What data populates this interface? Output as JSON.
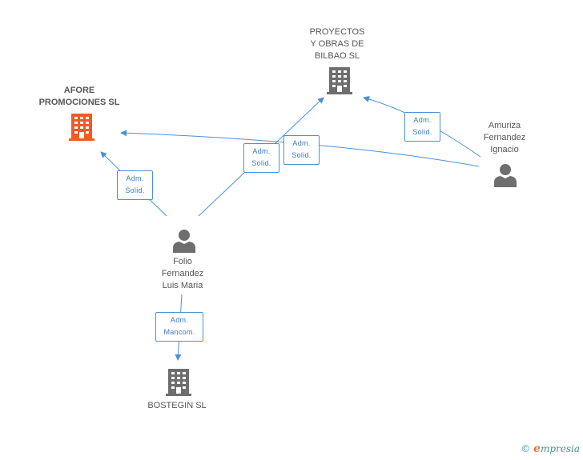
{
  "colors": {
    "edge": "#4a90d9",
    "building_gray": "#6e6e6e",
    "building_highlight": "#f05a28",
    "person": "#6e6e6e"
  },
  "nodes": {
    "proyectos": {
      "label": "PROYECTOS\nY OBRAS DE\nBILBAO SL",
      "icon": "building-icon"
    },
    "afore": {
      "label": "AFORE\nPROMOCIONES SL",
      "icon": "building-icon-highlighted"
    },
    "amuriza": {
      "label": "Amuriza\nFernandez\nIgnacio",
      "icon": "person-icon"
    },
    "folio": {
      "label": "Folio\nFernandez\nLuis Maria",
      "icon": "person-icon"
    },
    "bostegin": {
      "label": "BOSTEGIN SL",
      "icon": "building-icon"
    }
  },
  "edges": [
    {
      "label": "Adm.\nSolid."
    },
    {
      "label": "Adm.\nSolid."
    },
    {
      "label": "Adm.\nSolid."
    },
    {
      "label": "Adm.\nSolid."
    },
    {
      "label": "Adm.\nMancom."
    }
  ],
  "footer": {
    "copyright": "©",
    "brand_initial": "e",
    "brand_rest": "mpresia"
  }
}
